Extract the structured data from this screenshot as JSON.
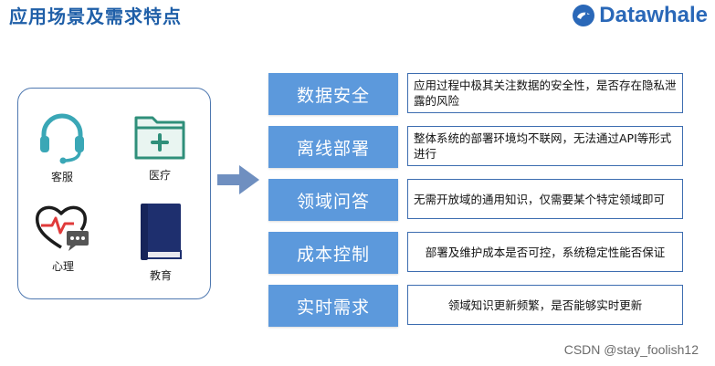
{
  "header": {
    "title": "应用场景及需求特点",
    "brand": "Datawhale"
  },
  "categories": [
    {
      "label": "客服",
      "icon": "headset-icon"
    },
    {
      "label": "医疗",
      "icon": "medical-folder-icon"
    },
    {
      "label": "心理",
      "icon": "heart-chat-icon"
    },
    {
      "label": "教育",
      "icon": "book-icon"
    }
  ],
  "requirements": [
    {
      "keyword": "数据安全",
      "description": "应用过程中极其关注数据的安全性，是否存在隐私泄露的风险"
    },
    {
      "keyword": "离线部署",
      "description": "整体系统的部署环境均不联网，无法通过API等形式进行"
    },
    {
      "keyword": "领域问答",
      "description": "无需开放域的通用知识，仅需要某个特定领域即可"
    },
    {
      "keyword": "成本控制",
      "description": "部署及维护成本是否可控，系统稳定性能否保证"
    },
    {
      "keyword": "实时需求",
      "description": "领域知识更新频繁，是否能够实时更新"
    }
  ],
  "watermark": "CSDN @stay_foolish12",
  "colors": {
    "title": "#1f5fa8",
    "keyword_bg": "#5c99dc",
    "desc_border": "#3d6db0",
    "icon_teal": "#3aa7b6",
    "icon_navy": "#1e2f6e",
    "icon_folder": "#2f8f7a"
  }
}
